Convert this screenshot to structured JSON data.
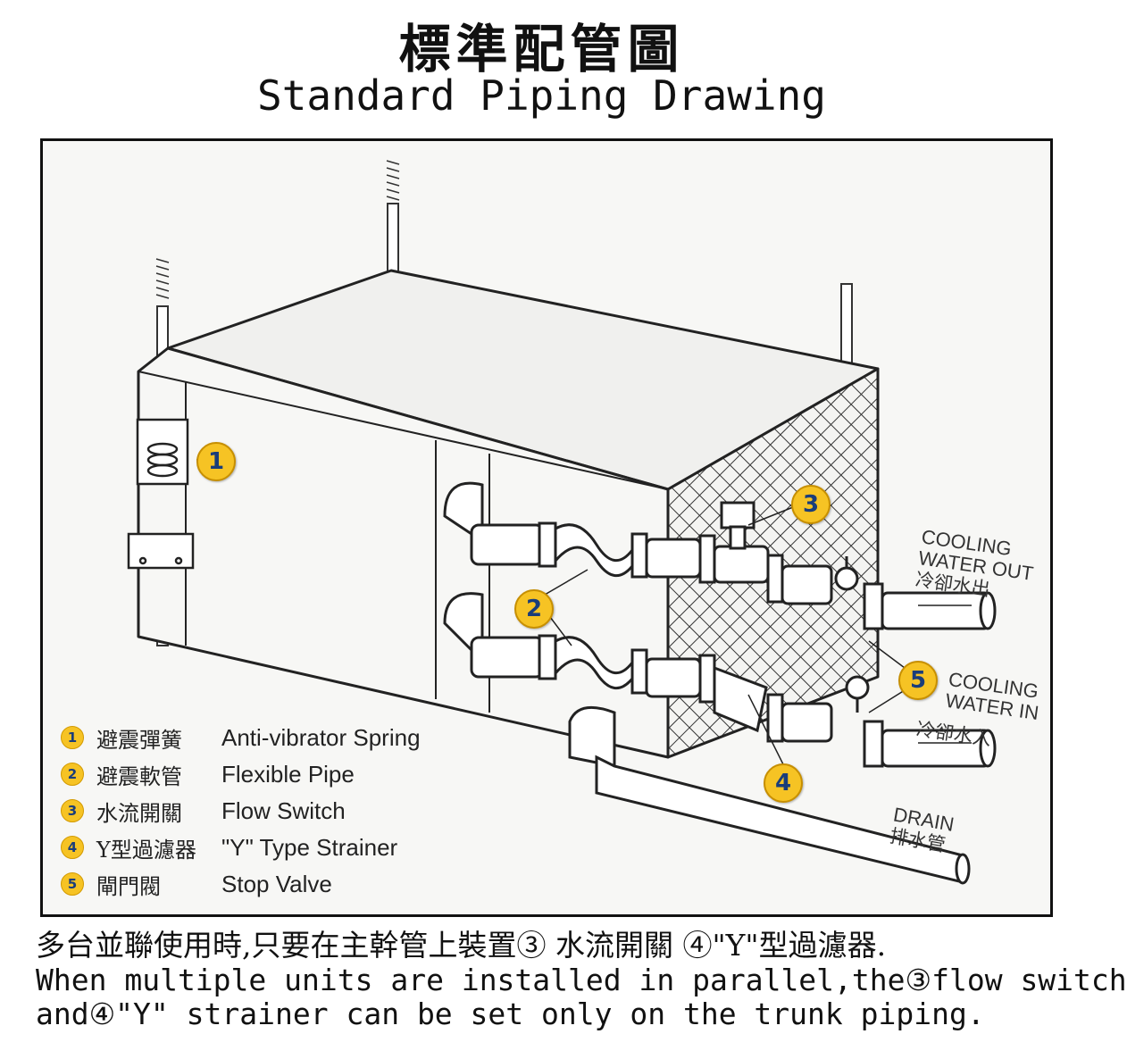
{
  "title": {
    "zh": "標準配管圖",
    "en": "Standard Piping Drawing"
  },
  "legend": [
    {
      "num": "1",
      "zh": "避震彈簧",
      "en": "Anti-vibrator Spring"
    },
    {
      "num": "2",
      "zh": "避震軟管",
      "en": "Flexible Pipe"
    },
    {
      "num": "3",
      "zh": "水流開關",
      "en": "Flow Switch"
    },
    {
      "num": "4",
      "zh": "Y型過濾器",
      "en": "\"Y\" Type Strainer"
    },
    {
      "num": "5",
      "zh": "閘門閥",
      "en": "Stop Valve"
    }
  ],
  "callouts": [
    "1",
    "2",
    "3",
    "4",
    "5"
  ],
  "pipe_labels": {
    "water_out_en_1": "COOLING",
    "water_out_en_2": "WATER OUT",
    "water_out_zh": "冷卻水出",
    "water_in_en_1": "COOLING",
    "water_in_en_2": "WATER IN",
    "water_in_zh": "冷卻水入",
    "drain_en": "DRAIN",
    "drain_zh": "排水管"
  },
  "note": {
    "zh": "多台並聯使用時,只要在主幹管上裝置③ 水流開關 ④\"Y\"型過濾器.",
    "en_1": "When multiple units are installed in parallel,the③flow switch",
    "en_2": "and④\"Y\" strainer can be set only on the trunk piping."
  },
  "colors": {
    "badge": "#f6c324",
    "badge_text": "#1a3d7a",
    "line": "#222222"
  }
}
